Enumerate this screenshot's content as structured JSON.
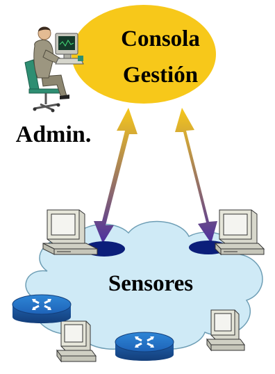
{
  "console": {
    "line1": "Consola",
    "line2": "Gestión",
    "fill": "#F7C81A"
  },
  "admin": {
    "label": "Admin."
  },
  "network": {
    "label": "Sensores",
    "cloud_fill": "#CFEAF6",
    "cloud_stroke": "#6E9EB5"
  },
  "devices": {
    "monitor_icon": "desktop-computer-icon",
    "router_icon": "router-icon",
    "router_color": "#1E63B8"
  },
  "arrows": {
    "top_color": "#F7C81A",
    "bottom_color": "#4B2FA0"
  }
}
